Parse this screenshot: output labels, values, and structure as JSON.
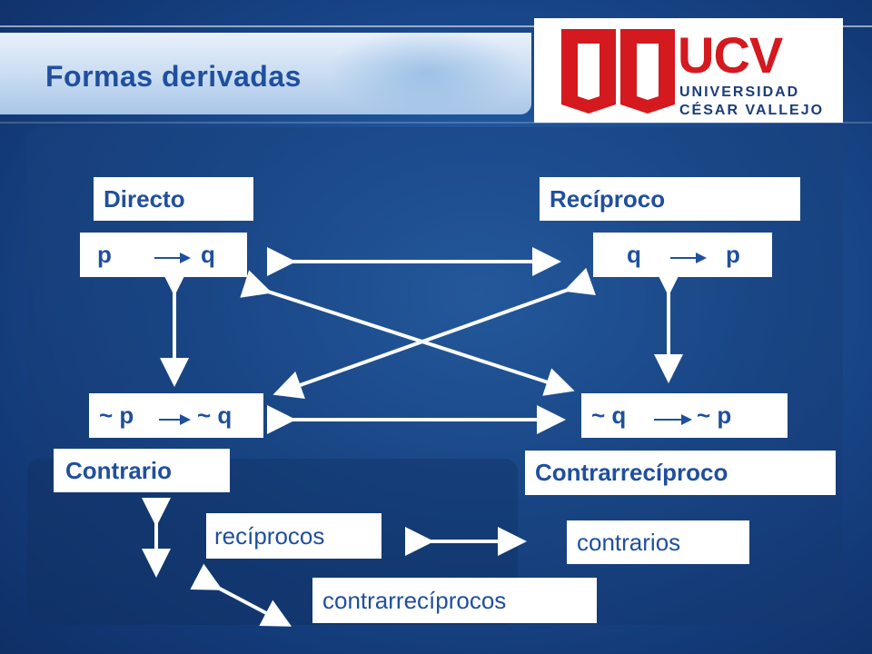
{
  "title": "Formas derivadas",
  "logo": {
    "acronym": "UCV",
    "line1": "UNIVERSIDAD",
    "line2": "CÉSAR VALLEJO",
    "brand_red": "#d4191f",
    "brand_blue": "#1a3c7a"
  },
  "labels": {
    "directo": "Directo",
    "reciproco": "Recíproco",
    "contrario": "Contrario",
    "contrarreciproco": "Contrarrecíproco"
  },
  "formulas": {
    "directo": {
      "left": "p",
      "right": "q"
    },
    "reciproco": {
      "left": "q",
      "right": "p"
    },
    "contrario": {
      "left": "~ p",
      "right": "~ q"
    },
    "contrarreciproco": {
      "left": "~ q",
      "right": "~ p"
    }
  },
  "legend": {
    "reciprocos": "recíprocos",
    "contrarios": "contrarios",
    "contrarreciprocos": "contrarrecíprocos"
  },
  "colors": {
    "title": "#1f4f9e",
    "box_text": "#1f4f9e",
    "arrow": "#ffffff"
  }
}
